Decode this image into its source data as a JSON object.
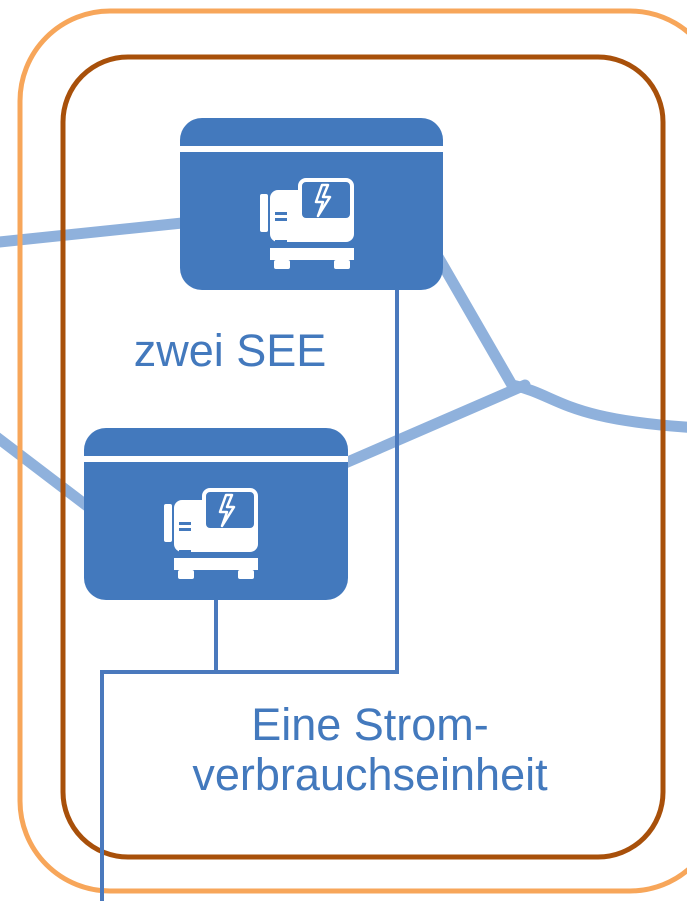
{
  "labels": {
    "generators": "zwei SEE",
    "consumer_line1": "Eine Strom-",
    "consumer_line2": "verbrauchseinheit"
  },
  "colors": {
    "outer_frame": "#f7a65a",
    "inner_frame": "#a8500a",
    "unit_fill": "#4379bd",
    "grid_line": "#8fb1dc",
    "wiring": "#4a79bd",
    "text": "#4379bd"
  },
  "icons": {
    "generator_unit": "generator-icon"
  }
}
